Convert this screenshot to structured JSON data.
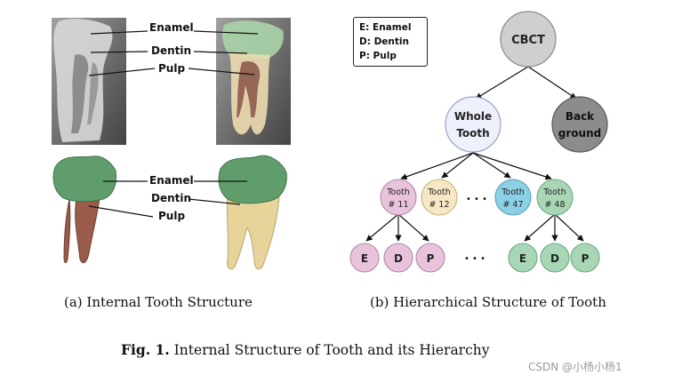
{
  "panel_a": {
    "top_labels": [
      "Enamel",
      "Dentin",
      "Pulp"
    ],
    "bottom_labels": [
      "Enamel",
      "Dentin",
      "Pulp"
    ],
    "caption": "(a) Internal Tooth Structure"
  },
  "panel_b": {
    "legend": [
      "E: Enamel",
      "D: Dentin",
      "P: Pulp"
    ],
    "root": "CBCT",
    "level1": [
      {
        "line1": "Whole",
        "line2": "Tooth",
        "color": "#eef0fb"
      },
      {
        "line1": "Back",
        "line2": "ground",
        "color": "#8c8c8c"
      }
    ],
    "teeth": [
      {
        "line1": "Tooth",
        "line2": "# 11",
        "color": "#e9c3dc"
      },
      {
        "line1": "Tooth",
        "line2": "# 12",
        "color": "#f6e8c4"
      },
      {
        "line1": "Tooth",
        "line2": "# 47",
        "color": "#8cd0e6"
      },
      {
        "line1": "Tooth",
        "line2": "# 48",
        "color": "#a9d7b6"
      }
    ],
    "ellipsis": "• • •",
    "leaves_left": [
      "E",
      "D",
      "P"
    ],
    "leaves_right": [
      "E",
      "D",
      "P"
    ],
    "leaf_left_color": "#e9c3dc",
    "leaf_right_color": "#a9d7b6",
    "caption": "(b) Hierarchical Structure of Tooth"
  },
  "figure_caption": {
    "label": "Fig. 1.",
    "text": " Internal Structure of Tooth and its Hierarchy"
  },
  "watermark": "CSDN @小杨小杨1"
}
